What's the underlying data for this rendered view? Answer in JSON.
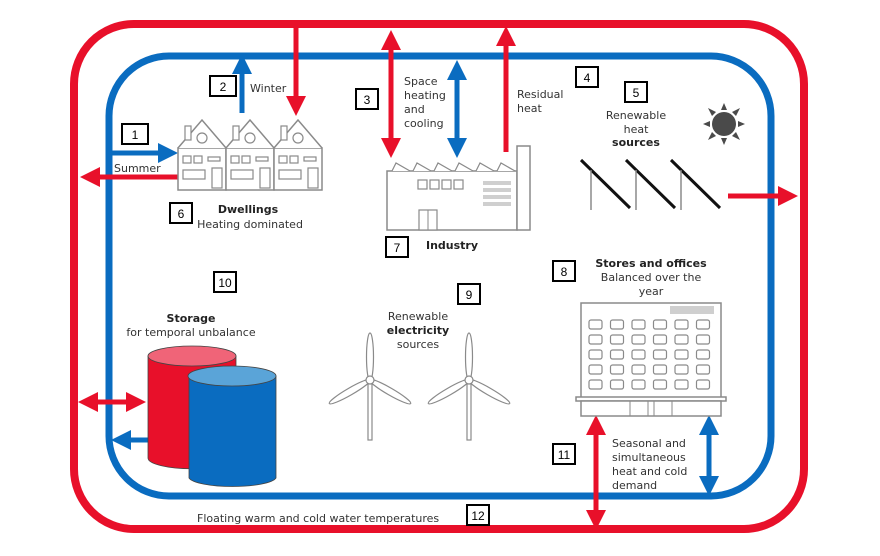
{
  "colors": {
    "warm": "#e8102a",
    "cold": "#0a6cc0",
    "warm_top": "#f06478",
    "cold_top": "#5aa4d8",
    "sun": "#4a4a4a"
  },
  "labels": {
    "n1": "1",
    "n2": "2",
    "n3": "3",
    "n4": "4",
    "n5": "5",
    "n6": "6",
    "n7": "7",
    "n8": "8",
    "n9": "9",
    "n10": "10",
    "n11": "11",
    "n12": "12"
  },
  "dwellings": {
    "summer": "Summer",
    "winter": "Winter",
    "title": "Dwellings",
    "subtitle": "Heating dominated"
  },
  "industry": {
    "title": "Industry",
    "space_line1": "Space",
    "space_line2": "heating",
    "space_line3": "and",
    "space_line4": "cooling",
    "residual_line1": "Residual",
    "residual_line2": "heat"
  },
  "renewable_heat": {
    "line1": "Renewable",
    "line2": "heat",
    "line3": "sources"
  },
  "stores": {
    "title": "Stores and offices",
    "sub1": "Balanced over the",
    "sub2": "year"
  },
  "electricity": {
    "line1": "Renewable",
    "line2": "electricity",
    "line3": "sources"
  },
  "storage": {
    "title": "Storage",
    "subtitle": "for temporal unbalance"
  },
  "demand": {
    "line1": "Seasonal and",
    "line2": "simultaneous",
    "line3": "heat and cold",
    "line4": "demand"
  },
  "footer": {
    "caption": "Floating warm and cold water temperatures"
  }
}
